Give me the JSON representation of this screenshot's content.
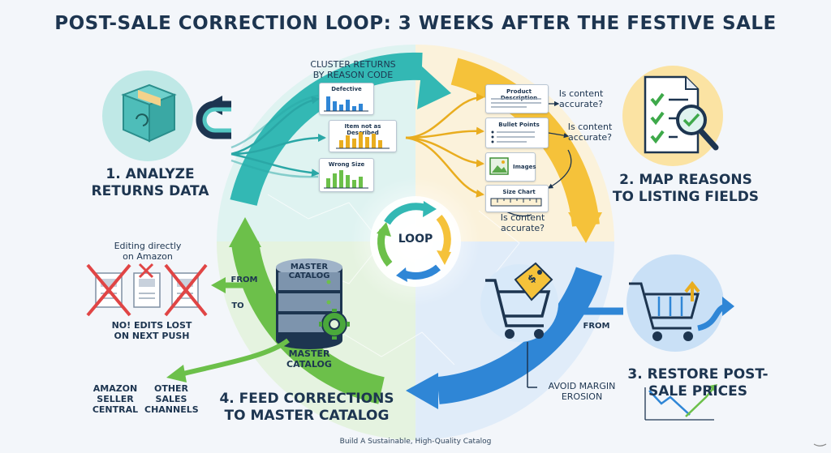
{
  "title": "POST-SALE CORRECTION LOOP: 3 WEEKS AFTER THE FESTIVE SALE",
  "center_label": "LOOP",
  "stage1": {
    "line1": "1. ANALYZE",
    "line2": "RETURNS DATA"
  },
  "stage2": {
    "line1": "2. MAP REASONS",
    "line2": "TO LISTING FIELDS"
  },
  "stage3": {
    "line1": "3. RESTORE POST-",
    "line2": "SALE PRICES"
  },
  "stage4": {
    "line1": "4. FEED CORRECTIONS",
    "line2": "TO MASTER CATALOG"
  },
  "cluster": {
    "heading_line1": "CLUSTER RETURNS",
    "heading_line2": "BY REASON CODE",
    "reasons": [
      "Defective",
      "Item not as Described",
      "Wrong Size"
    ]
  },
  "listing_fields": [
    "Product Description",
    "Bullet Points",
    "Images",
    "Size Chart"
  ],
  "content_check": {
    "line1": "Is content",
    "line2": "accurate?"
  },
  "from_label": "FROM",
  "to_label": "TO",
  "master_catalog": {
    "db_line1": "MASTER",
    "db_line2": "CATALOG",
    "below_line1": "MASTER",
    "below_line2": "CATALOG"
  },
  "editing": {
    "line1": "Editing directly",
    "line2": "on Amazon"
  },
  "warning": {
    "line1": "NO! EDITS LOST",
    "line2": "ON NEXT PUSH"
  },
  "channels": {
    "amazon": [
      "AMAZON",
      "SELLER",
      "CENTRAL"
    ],
    "other": [
      "OTHER",
      "SALES",
      "CHANNELS"
    ]
  },
  "margin": {
    "line1": "AVOID MARGIN",
    "line2": "EROSION"
  },
  "price_tag": "$",
  "footer": "Build A Sustainable, High-Quality Catalog",
  "colors": {
    "teal": "#33b8b4",
    "yellow": "#f5c23a",
    "blue": "#2f86d6",
    "green": "#6cc04a",
    "red": "#e04545",
    "navy": "#1d3550"
  }
}
